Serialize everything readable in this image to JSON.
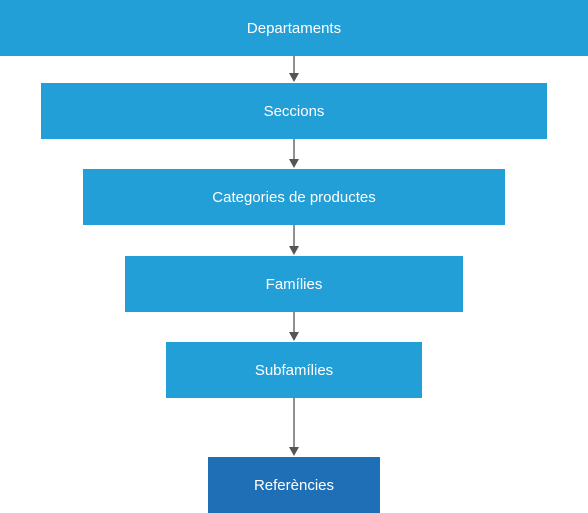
{
  "diagram": {
    "levels": [
      {
        "label": "Departaments",
        "color": "#239fd7"
      },
      {
        "label": "Seccions",
        "color": "#239fd7"
      },
      {
        "label": "Categories de productes",
        "color": "#239fd7"
      },
      {
        "label": "Famílies",
        "color": "#239fd7"
      },
      {
        "label": "Subfamílies",
        "color": "#239fd7"
      },
      {
        "label": "Referències",
        "color": "#1f6fb6"
      }
    ],
    "arrow_color": "#555555"
  }
}
